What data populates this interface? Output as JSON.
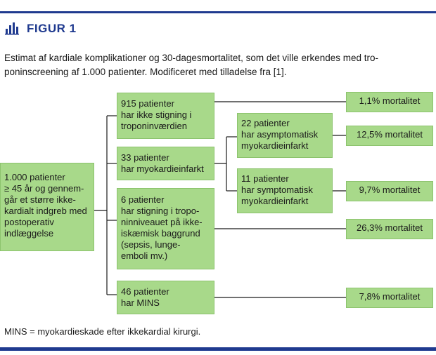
{
  "figure": {
    "title": "FIGUR 1",
    "caption_line1": "Estimat af kardiale komplikationer og 30-dagesmortalitet, som det ville erkendes med tro-",
    "caption_line2": "poninscreening af 1.000 patienter. Modificeret med tilladelse fra [1].",
    "footnote": "MINS = myokardieskade efter ikkekardial kirurgi.",
    "icon": "bar-chart-icon",
    "accent_color": "#1f3a8f",
    "box_color": "#a8d98a"
  },
  "diagram": {
    "root": {
      "lines": [
        "1.000 patienter",
        "≥ 45 år og gennem-",
        "går et større ikke-",
        "kardialt indgreb med",
        "postoperativ",
        "indlæggelse"
      ]
    },
    "branches": [
      {
        "lines": [
          "915 patienter",
          "har ikke stigning i",
          "troponinværdien"
        ]
      },
      {
        "lines": [
          "33 patienter",
          "har myokardieinfarkt"
        ]
      },
      {
        "lines": [
          "6 patienter",
          "har stigning i tropo-",
          "ninniveauet på ikke-",
          "iskæmisk baggrund",
          "(sepsis, lunge-",
          "emboli mv.)"
        ]
      },
      {
        "lines": [
          "46 patienter",
          "har MINS"
        ]
      }
    ],
    "subbranches": [
      {
        "lines": [
          "22 patienter",
          "har asymptomatisk",
          "myokardieinfarkt"
        ]
      },
      {
        "lines": [
          "11 patienter",
          "har symptomatisk",
          "myokardieinfarkt"
        ]
      }
    ],
    "results": [
      "1,1% mortalitet",
      "12,5% mortalitet",
      "9,7% mortalitet",
      "26,3% mortalitet",
      "7,8% mortalitet"
    ]
  }
}
